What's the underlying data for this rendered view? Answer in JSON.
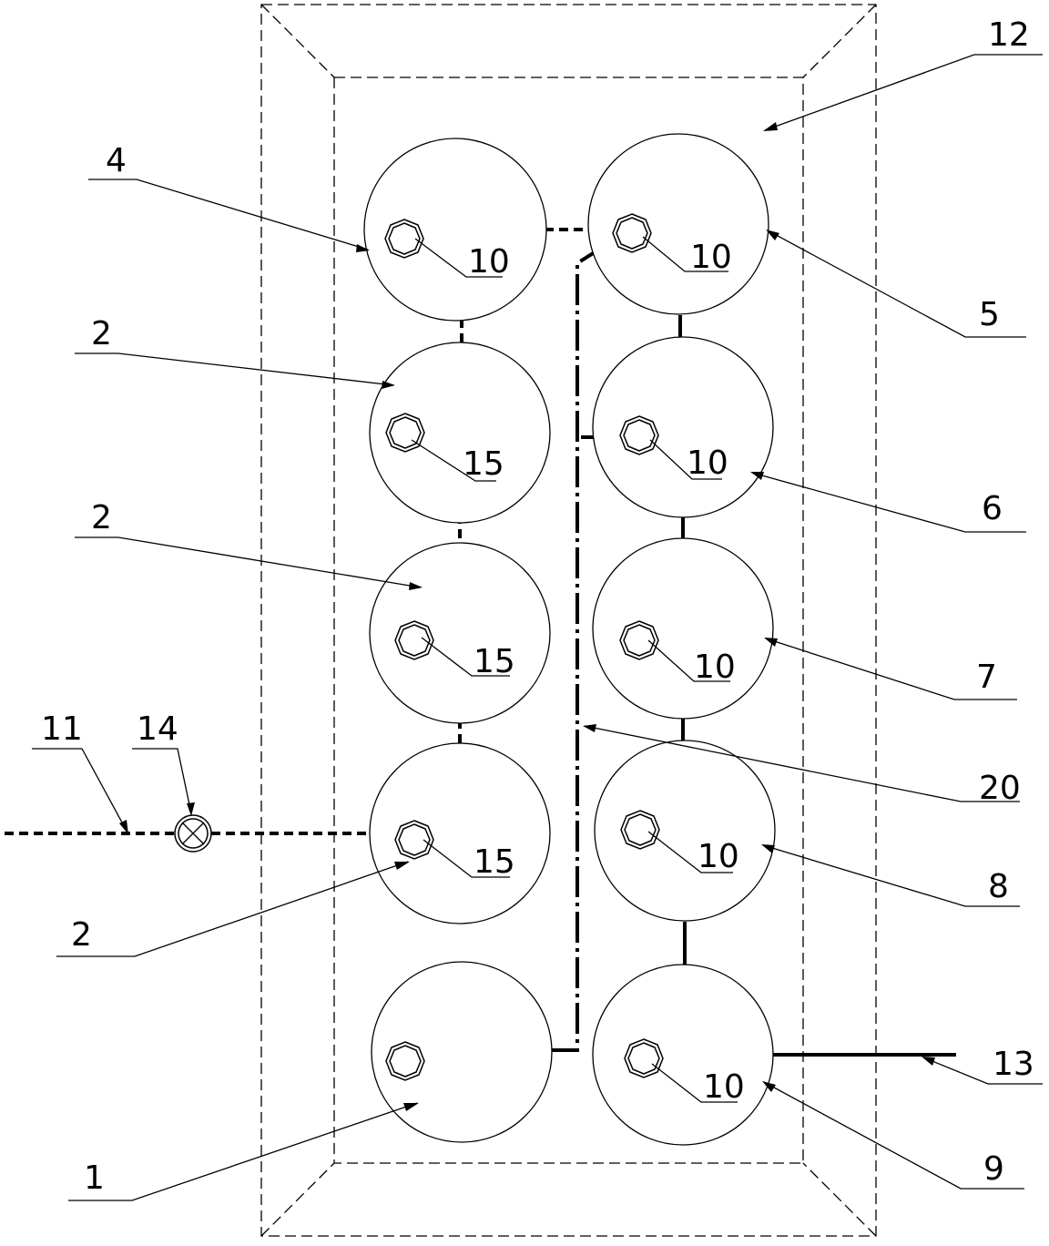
{
  "diagram": {
    "labels": {
      "l12": "12",
      "l4": "4",
      "l5": "5",
      "l2a": "2",
      "l6": "6",
      "l2b": "2",
      "l7": "7",
      "l11": "11",
      "l14": "14",
      "l20": "20",
      "l8": "8",
      "l2c": "2",
      "l13": "13",
      "l1": "1",
      "l9": "9"
    },
    "inner_labels": {
      "t4": "10",
      "t5": "10",
      "t2a": "15",
      "t6": "10",
      "t2b": "15",
      "t7": "10",
      "t2c": "15",
      "t8": "10",
      "t9": "10"
    },
    "icons": {
      "port": "octagon-port-icon",
      "valve": "valve-icon"
    },
    "colors": {
      "line": "#000000",
      "background": "#ffffff"
    }
  }
}
